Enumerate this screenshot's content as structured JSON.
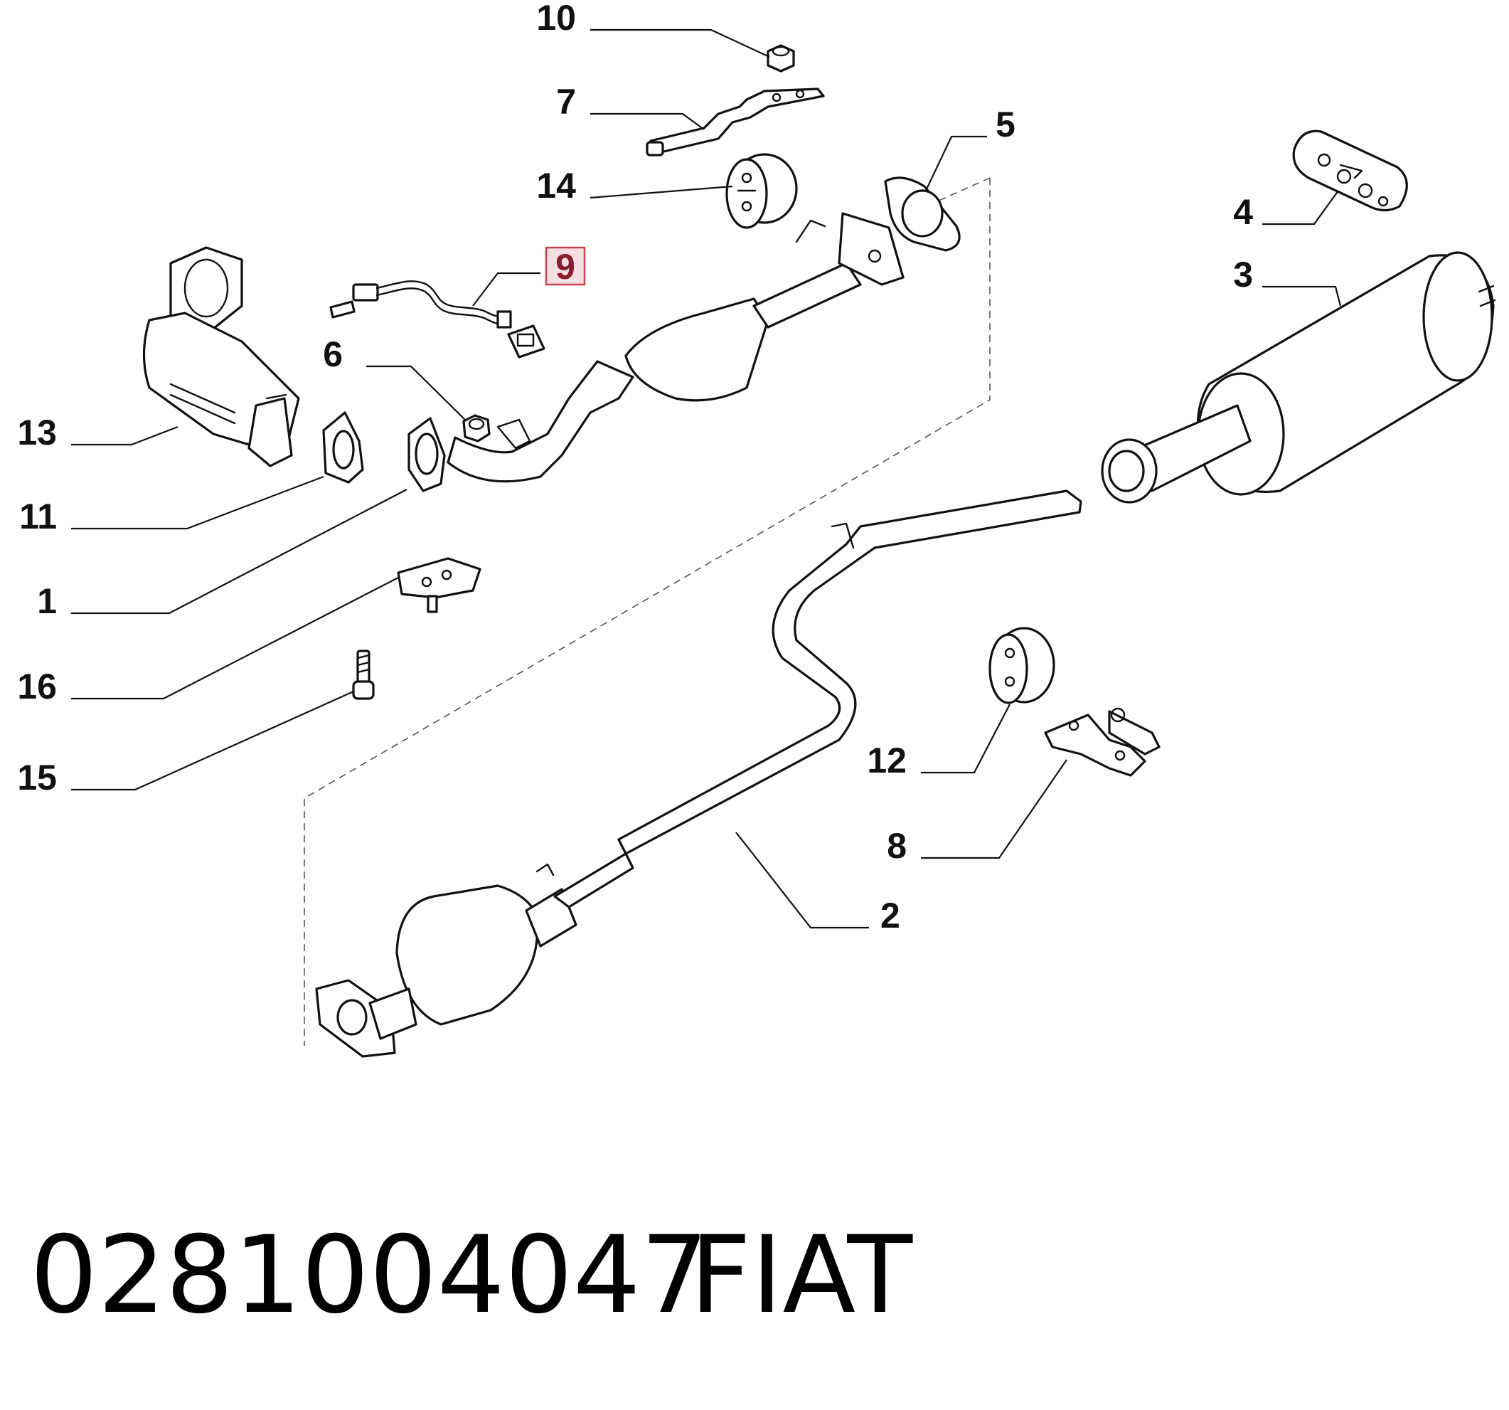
{
  "callouts": [
    {
      "id": "10",
      "label": "10"
    },
    {
      "id": "7",
      "label": "7"
    },
    {
      "id": "14",
      "label": "14"
    },
    {
      "id": "5",
      "label": "5"
    },
    {
      "id": "9",
      "label": "9",
      "highlighted": true
    },
    {
      "id": "4",
      "label": "4"
    },
    {
      "id": "3",
      "label": "3"
    },
    {
      "id": "6",
      "label": "6"
    },
    {
      "id": "13",
      "label": "13"
    },
    {
      "id": "11",
      "label": "11"
    },
    {
      "id": "1",
      "label": "1"
    },
    {
      "id": "16",
      "label": "16"
    },
    {
      "id": "15",
      "label": "15"
    },
    {
      "id": "12",
      "label": "12"
    },
    {
      "id": "8",
      "label": "8"
    },
    {
      "id": "2",
      "label": "2"
    }
  ],
  "footer": {
    "part_number": "0281004047",
    "brand": "FIAT"
  },
  "colors": {
    "line": "#111111",
    "highlight_fill": "#f6dfe2",
    "highlight_border": "#c8414f"
  }
}
